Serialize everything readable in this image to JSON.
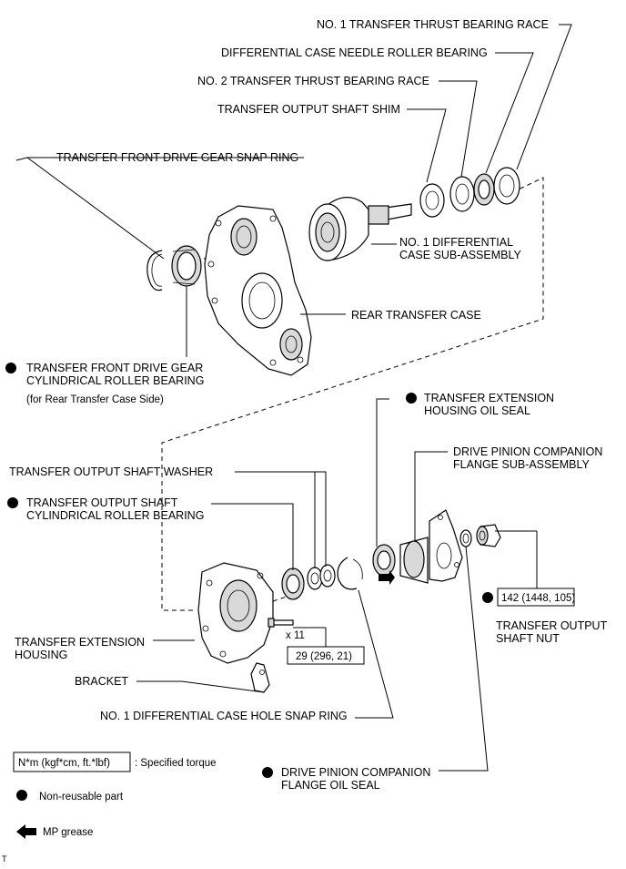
{
  "labels": {
    "no1_thrust_race": "NO. 1 TRANSFER THRUST BEARING RACE",
    "diff_needle_bearing": "DIFFERENTIAL CASE NEEDLE ROLLER BEARING",
    "no2_thrust_race": "NO. 2 TRANSFER THRUST BEARING RACE",
    "output_shaft_shim": "TRANSFER OUTPUT SHAFT SHIM",
    "front_gear_snap_ring": "TRANSFER FRONT DRIVE GEAR SNAP RING",
    "no1_diff_case_line1": "NO. 1 DIFFERENTIAL",
    "no1_diff_case_line2": "CASE SUB-ASSEMBLY",
    "rear_transfer_case": "REAR TRANSFER CASE",
    "front_gear_bearing_line1": "TRANSFER FRONT DRIVE GEAR",
    "front_gear_bearing_line2": "CYLINDRICAL ROLLER BEARING",
    "front_gear_bearing_note": "(for Rear Transfer Case Side)",
    "ext_oil_seal_line1": "TRANSFER EXTENSION",
    "ext_oil_seal_line2": "HOUSING OIL SEAL",
    "companion_flange_line1": "DRIVE PINION COMPANION",
    "companion_flange_line2": "FLANGE SUB-ASSEMBLY",
    "output_shaft_washer": "TRANSFER OUTPUT SHAFT WASHER",
    "output_shaft_bearing_line1": "TRANSFER OUTPUT SHAFT",
    "output_shaft_bearing_line2": "CYLINDRICAL ROLLER BEARING",
    "output_shaft_nut_line1": "TRANSFER OUTPUT",
    "output_shaft_nut_line2": "SHAFT NUT",
    "ext_housing_line1": "TRANSFER EXTENSION",
    "ext_housing_line2": "HOUSING",
    "bolt_count": "x 11",
    "bracket": "BRACKET",
    "diff_hole_snap_ring": "NO. 1 DIFFERENTIAL CASE HOLE SNAP RING",
    "flange_oil_seal_line1": "DRIVE PINION COMPANION",
    "flange_oil_seal_line2": "FLANGE OIL SEAL"
  },
  "torque": {
    "nut": "142 (1448, 105)",
    "bolt": "29 (296, 21)"
  },
  "legend": {
    "torque_unit": "N*m (kgf*cm, ft.*lbf)",
    "torque_desc": ": Specified torque",
    "non_reusable": "Non-reusable part",
    "mp_grease": "MP grease"
  },
  "footer_mark": "T"
}
